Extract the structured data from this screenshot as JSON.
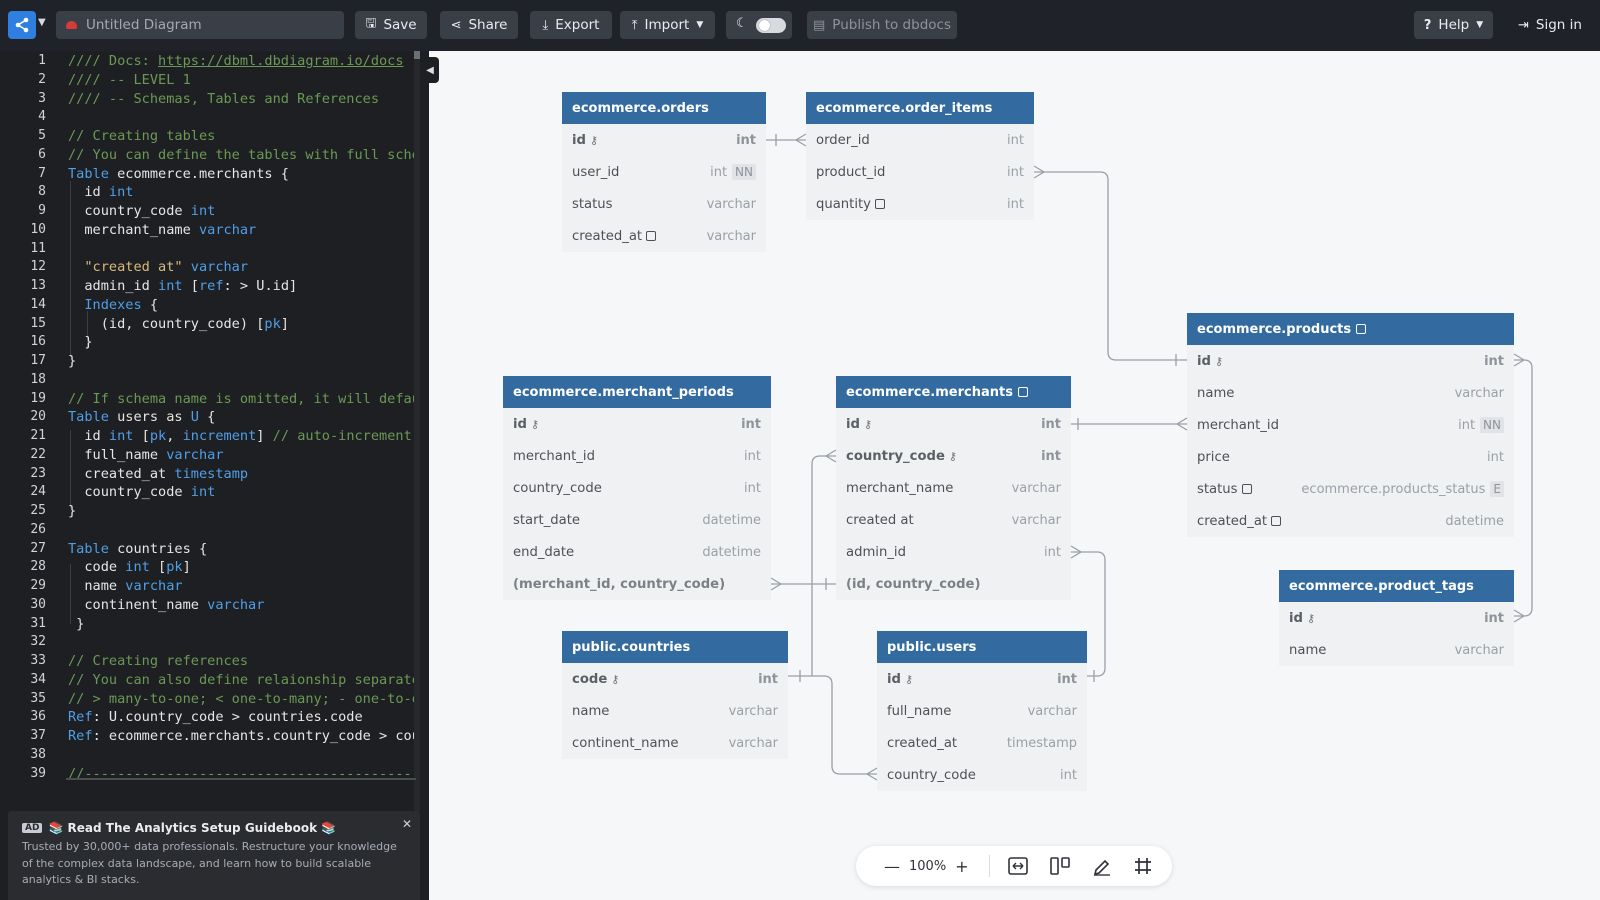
{
  "topbar": {
    "title": "Untitled Diagram",
    "save_label": "Save",
    "share_label": "Share",
    "export_label": "Export",
    "import_label": "Import",
    "publish_label": "Publish to dbdocs",
    "help_label": "Help",
    "signin_label": "Sign in"
  },
  "editor": {
    "line_numbers": [
      "1",
      "2",
      "3",
      "4",
      "5",
      "6",
      "7",
      "8",
      "9",
      "10",
      "11",
      "12",
      "13",
      "14",
      "15",
      "16",
      "17",
      "18",
      "19",
      "20",
      "21",
      "22",
      "23",
      "24",
      "25",
      "26",
      "27",
      "28",
      "29",
      "30",
      "31",
      "32",
      "33",
      "34",
      "35",
      "36",
      "37",
      "38",
      "39"
    ],
    "lines": [
      [
        {
          "c": "c-cm",
          "t": "//// Docs: "
        },
        {
          "c": "c-url",
          "t": "https://dbml.dbdiagram.io/docs"
        }
      ],
      [
        {
          "c": "c-cm",
          "t": "//// -- LEVEL 1"
        }
      ],
      [
        {
          "c": "c-cm",
          "t": "//// -- Schemas, Tables and References"
        }
      ],
      [],
      [
        {
          "c": "c-cm",
          "t": "// Creating tables"
        }
      ],
      [
        {
          "c": "c-cm",
          "t": "// You can define the tables with full sche"
        }
      ],
      [
        {
          "c": "c-kw",
          "t": "Table"
        },
        {
          "c": "",
          "t": " ecommerce.merchants {"
        }
      ],
      [
        {
          "c": "",
          "t": "  id "
        },
        {
          "c": "c-ty",
          "t": "int"
        }
      ],
      [
        {
          "c": "",
          "t": "  country_code "
        },
        {
          "c": "c-ty",
          "t": "int"
        }
      ],
      [
        {
          "c": "",
          "t": "  merchant_name "
        },
        {
          "c": "c-ty",
          "t": "varchar"
        }
      ],
      [],
      [
        {
          "c": "c-st",
          "t": "  \"created at\""
        },
        {
          "c": "",
          "t": " "
        },
        {
          "c": "c-ty",
          "t": "varchar"
        }
      ],
      [
        {
          "c": "",
          "t": "  admin_id "
        },
        {
          "c": "c-ty",
          "t": "int"
        },
        {
          "c": "",
          "t": " ["
        },
        {
          "c": "c-kw",
          "t": "ref"
        },
        {
          "c": "",
          "t": ": > U.id]"
        }
      ],
      [
        {
          "c": "c-kw",
          "t": "  Indexes"
        },
        {
          "c": "",
          "t": " {"
        }
      ],
      [
        {
          "c": "",
          "t": "    (id, country_code) ["
        },
        {
          "c": "c-kw",
          "t": "pk"
        },
        {
          "c": "",
          "t": "]"
        }
      ],
      [
        {
          "c": "",
          "t": "  }"
        }
      ],
      [
        {
          "c": "",
          "t": "}"
        }
      ],
      [],
      [
        {
          "c": "c-cm",
          "t": "// If schema name is omitted, it will defau"
        }
      ],
      [
        {
          "c": "c-kw",
          "t": "Table"
        },
        {
          "c": "",
          "t": " users as "
        },
        {
          "c": "c-kw",
          "t": "U"
        },
        {
          "c": "",
          "t": " {"
        }
      ],
      [
        {
          "c": "",
          "t": "  id "
        },
        {
          "c": "c-ty",
          "t": "int"
        },
        {
          "c": "",
          "t": " ["
        },
        {
          "c": "c-kw",
          "t": "pk"
        },
        {
          "c": "",
          "t": ", "
        },
        {
          "c": "c-kw",
          "t": "increment"
        },
        {
          "c": "",
          "t": "] "
        },
        {
          "c": "c-cm",
          "t": "// auto-increment"
        }
      ],
      [
        {
          "c": "",
          "t": "  full_name "
        },
        {
          "c": "c-ty",
          "t": "varchar"
        }
      ],
      [
        {
          "c": "",
          "t": "  created_at "
        },
        {
          "c": "c-ty",
          "t": "timestamp"
        }
      ],
      [
        {
          "c": "",
          "t": "  country_code "
        },
        {
          "c": "c-ty",
          "t": "int"
        }
      ],
      [
        {
          "c": "",
          "t": "}"
        }
      ],
      [],
      [
        {
          "c": "c-kw",
          "t": "Table"
        },
        {
          "c": "",
          "t": " countries {"
        }
      ],
      [
        {
          "c": "",
          "t": "  code "
        },
        {
          "c": "c-ty",
          "t": "int"
        },
        {
          "c": "",
          "t": " ["
        },
        {
          "c": "c-kw",
          "t": "pk"
        },
        {
          "c": "",
          "t": "]"
        }
      ],
      [
        {
          "c": "",
          "t": "  name "
        },
        {
          "c": "c-ty",
          "t": "varchar"
        }
      ],
      [
        {
          "c": "",
          "t": "  continent_name "
        },
        {
          "c": "c-ty",
          "t": "varchar"
        }
      ],
      [
        {
          "c": "",
          "t": " }"
        }
      ],
      [],
      [
        {
          "c": "c-cm",
          "t": "// Creating references"
        }
      ],
      [
        {
          "c": "c-cm",
          "t": "// You can also define relaionship separate"
        }
      ],
      [
        {
          "c": "c-cm",
          "t": "// > many-to-one; < one-to-many; - one-to-o"
        }
      ],
      [
        {
          "c": "c-kw",
          "t": "Ref"
        },
        {
          "c": "",
          "t": ": U.country_code > countries.code"
        }
      ],
      [
        {
          "c": "c-kw",
          "t": "Ref"
        },
        {
          "c": "",
          "t": ": ecommerce.merchants.country_code > cou"
        }
      ],
      [],
      [
        {
          "c": "c-cm",
          "t": "//-----------------------------------------"
        }
      ]
    ]
  },
  "ad": {
    "badge": "AD",
    "title": "📚 Read The Analytics Setup Guidebook 📚",
    "body": "Trusted by 30,000+ data professionals. Restructure your knowledge of the complex data landscape, and learn how to build scalable analytics & BI stacks."
  },
  "tables": {
    "orders": {
      "title": "ecommerce.orders",
      "rows": [
        {
          "name": "id",
          "type": "int",
          "pk": true
        },
        {
          "name": "user_id",
          "type": "int",
          "nn": "NN"
        },
        {
          "name": "status",
          "type": "varchar"
        },
        {
          "name": "created_at",
          "type": "varchar",
          "note": true
        }
      ]
    },
    "order_items": {
      "title": "ecommerce.order_items",
      "rows": [
        {
          "name": "order_id",
          "type": "int"
        },
        {
          "name": "product_id",
          "type": "int"
        },
        {
          "name": "quantity",
          "type": "int",
          "note": true
        }
      ]
    },
    "products": {
      "title": "ecommerce.products",
      "note": true,
      "rows": [
        {
          "name": "id",
          "type": "int",
          "pk": true
        },
        {
          "name": "name",
          "type": "varchar"
        },
        {
          "name": "merchant_id",
          "type": "int",
          "nn": "NN"
        },
        {
          "name": "price",
          "type": "int"
        },
        {
          "name": "status",
          "type": "ecommerce.products_status",
          "note": true,
          "enum": "E"
        },
        {
          "name": "created_at",
          "type": "datetime",
          "note": true
        }
      ]
    },
    "merchant_periods": {
      "title": "ecommerce.merchant_periods",
      "rows": [
        {
          "name": "id",
          "type": "int",
          "pk": true
        },
        {
          "name": "merchant_id",
          "type": "int"
        },
        {
          "name": "country_code",
          "type": "int"
        },
        {
          "name": "start_date",
          "type": "datetime"
        },
        {
          "name": "end_date",
          "type": "datetime"
        },
        {
          "name": "(merchant_id, country_code)",
          "type": "",
          "idx": true
        }
      ]
    },
    "merchants": {
      "title": "ecommerce.merchants",
      "note": true,
      "rows": [
        {
          "name": "id",
          "type": "int",
          "pk": true
        },
        {
          "name": "country_code",
          "type": "int",
          "pk": true
        },
        {
          "name": "merchant_name",
          "type": "varchar"
        },
        {
          "name": "created at",
          "type": "varchar"
        },
        {
          "name": "admin_id",
          "type": "int"
        },
        {
          "name": "(id, country_code)",
          "type": "",
          "idx": true
        }
      ]
    },
    "product_tags": {
      "title": "ecommerce.product_tags",
      "rows": [
        {
          "name": "id",
          "type": "int",
          "pk": true
        },
        {
          "name": "name",
          "type": "varchar"
        }
      ]
    },
    "countries": {
      "title": "public.countries",
      "rows": [
        {
          "name": "code",
          "type": "int",
          "pk": true
        },
        {
          "name": "name",
          "type": "varchar"
        },
        {
          "name": "continent_name",
          "type": "varchar"
        }
      ]
    },
    "users": {
      "title": "public.users",
      "rows": [
        {
          "name": "id",
          "type": "int",
          "pk": true
        },
        {
          "name": "full_name",
          "type": "varchar"
        },
        {
          "name": "created_at",
          "type": "timestamp"
        },
        {
          "name": "country_code",
          "type": "int"
        }
      ]
    }
  },
  "zoom": {
    "value": "100%"
  },
  "colors": {
    "accent": "#2f7fe0",
    "table_header": "#336ba0",
    "topbar": "#1f2329",
    "editor_bg": "#1e1f22",
    "canvas_bg": "#f6f7f9"
  }
}
